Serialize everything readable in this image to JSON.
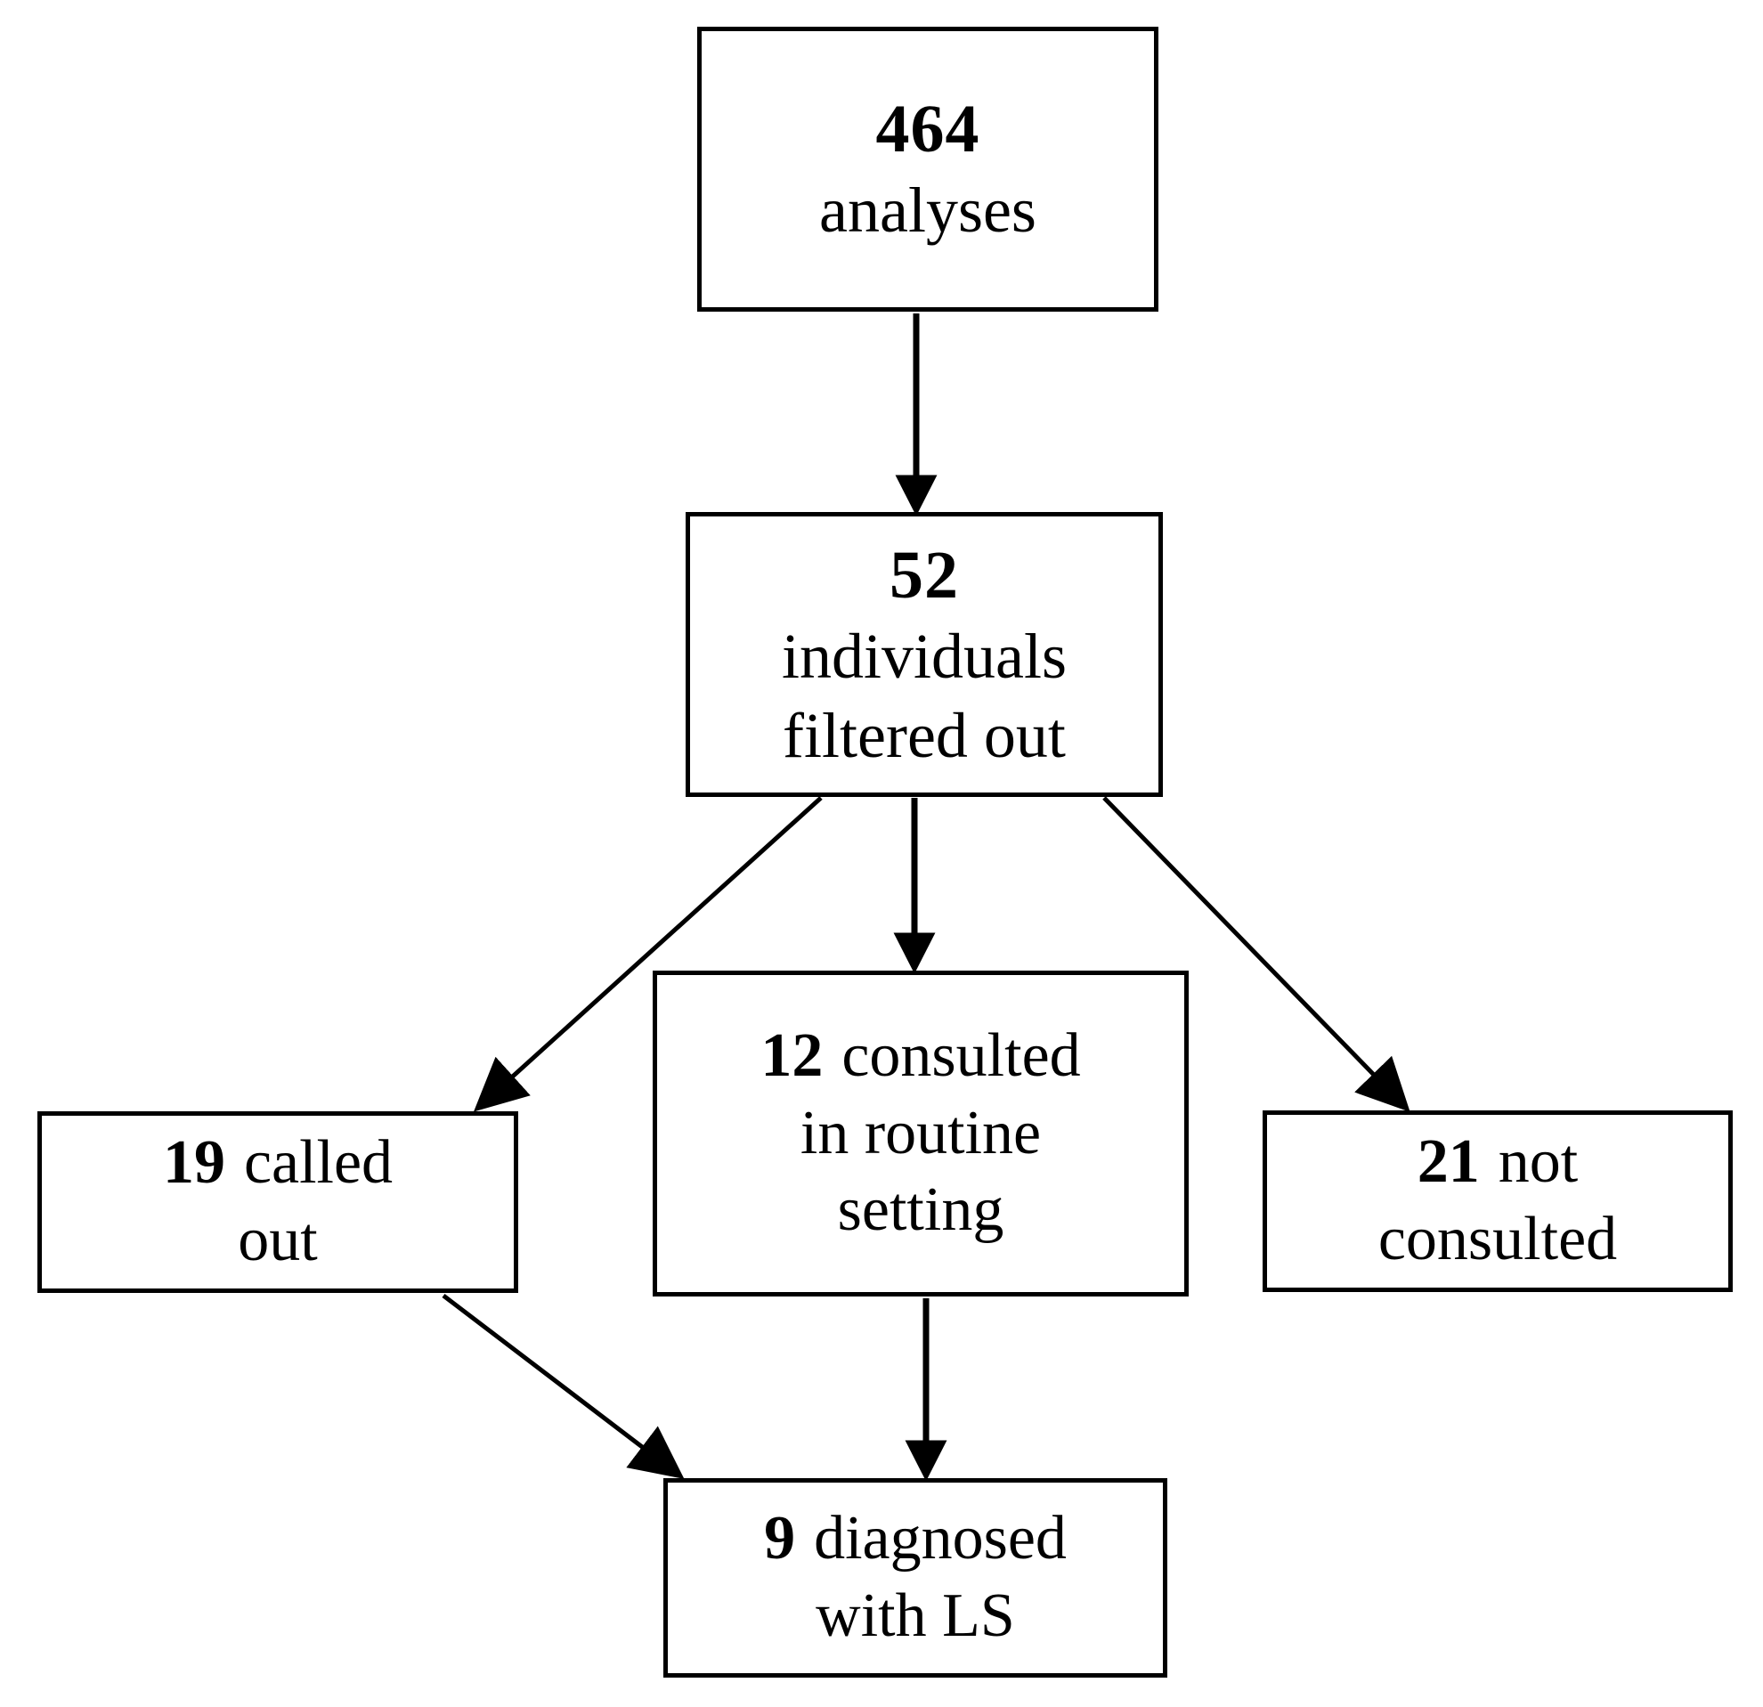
{
  "diagram": {
    "type": "flowchart",
    "title": "",
    "orientation": "top-down",
    "stroke_color": "#000000",
    "background_color": "#ffffff",
    "nodes": [
      {
        "id": "analyses",
        "count": "464",
        "lines": [
          "analyses"
        ],
        "label": "464 analyses"
      },
      {
        "id": "filtered",
        "count": "52",
        "lines": [
          "individuals",
          "filtered out"
        ],
        "label": "52 individuals filtered out"
      },
      {
        "id": "called_out",
        "count": "19",
        "lines": [
          "called",
          "out"
        ],
        "label": "19 called out"
      },
      {
        "id": "routine",
        "count": "12",
        "lines": [
          "consulted",
          "in routine",
          "setting"
        ],
        "label": "12 consulted in routine setting"
      },
      {
        "id": "not_consulted",
        "count": "21",
        "lines": [
          "not",
          "consulted"
        ],
        "label": "21 not consulted"
      },
      {
        "id": "diagnosed",
        "count": "9",
        "lines": [
          "diagnosed",
          "with LS"
        ],
        "label": "9 diagnosed with LS"
      }
    ],
    "edges": [
      {
        "id": "analyses-to-filtered",
        "from": "analyses",
        "to": "filtered",
        "style": "straight-down"
      },
      {
        "id": "filtered-to-called-out",
        "from": "filtered",
        "to": "called_out",
        "style": "diagonal-left"
      },
      {
        "id": "filtered-to-routine",
        "from": "filtered",
        "to": "routine",
        "style": "straight-down"
      },
      {
        "id": "filtered-to-not-consulted",
        "from": "filtered",
        "to": "not_consulted",
        "style": "diagonal-right"
      },
      {
        "id": "called-out-to-diagnosed",
        "from": "called_out",
        "to": "diagnosed",
        "style": "diagonal-right"
      },
      {
        "id": "routine-to-diagnosed",
        "from": "routine",
        "to": "diagnosed",
        "style": "straight-down"
      }
    ]
  },
  "nodes": {
    "analyses": {
      "count": "464",
      "l1": "analyses"
    },
    "filtered": {
      "count": "52",
      "l1": "individuals",
      "l2": "filtered out"
    },
    "called_out": {
      "count": "19",
      "l1": "called",
      "l2": "out"
    },
    "routine": {
      "count": "12",
      "l1": "consulted",
      "l2": "in routine",
      "l3": "setting"
    },
    "not_consulted": {
      "count": "21",
      "l1": "not",
      "l2": "consulted"
    },
    "diagnosed": {
      "count": "9",
      "l1": "diagnosed",
      "l2": "with LS"
    }
  }
}
